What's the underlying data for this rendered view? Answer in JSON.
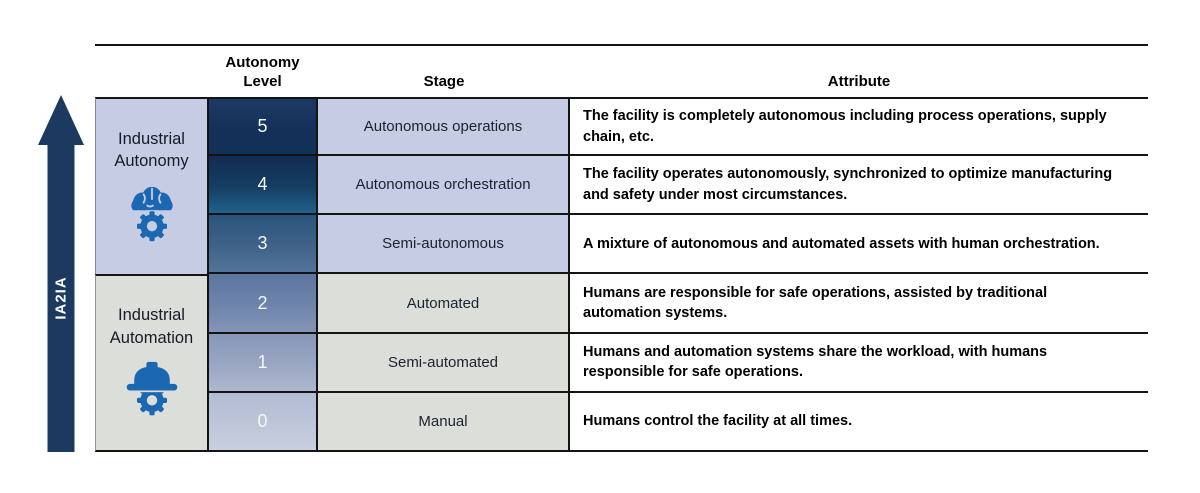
{
  "arrow": {
    "label": "IA2IA",
    "color": "#1c3a5f"
  },
  "table": {
    "headers": {
      "autonomy_level": "Autonomy\nLevel",
      "stage": "Stage",
      "attribute": "Attribute"
    },
    "groups": [
      {
        "name": "Industrial\nAutonomy",
        "icon": "brain-gear-icon"
      },
      {
        "name": "Industrial\nAutomation",
        "icon": "hardhat-gear-icon"
      }
    ],
    "rows": [
      {
        "level": "5",
        "stage": "Autonomous operations",
        "attribute": "The facility is completely autonomous including process operations, supply chain, etc."
      },
      {
        "level": "4",
        "stage": "Autonomous orchestration",
        "attribute": "The facility operates autonomously, synchronized to optimize manufacturing and safety under most circumstances."
      },
      {
        "level": "3",
        "stage": "Semi-autonomous",
        "attribute": "A mixture of autonomous and automated assets with human orchestration."
      },
      {
        "level": "2",
        "stage": "Automated",
        "attribute": "Humans are responsible for safe operations, assisted by traditional automation systems."
      },
      {
        "level": "1",
        "stage": "Semi-automated",
        "attribute": "Humans and automation systems share the workload, with humans responsible for safe operations."
      },
      {
        "level": "0",
        "stage": "Manual",
        "attribute": "Humans control the facility at all times."
      }
    ],
    "colors": {
      "autonomy_group_bg": "#c5cce3",
      "automation_group_bg": "#dcdeda",
      "icon_blue": "#1b67b1",
      "arrow_navy": "#1c3a5f",
      "level_dark": "#14305a",
      "level_light": "#c9d0e0",
      "border": "#141414"
    }
  }
}
